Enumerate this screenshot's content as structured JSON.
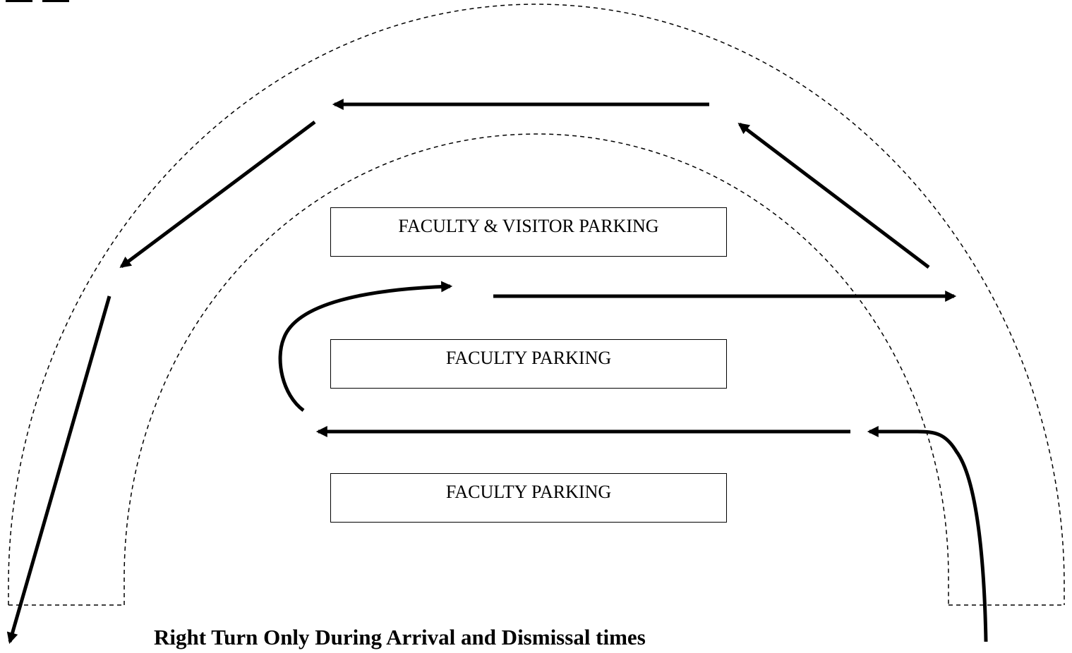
{
  "lots": {
    "lot_1": "FACULTY & VISITOR PARKING",
    "lot_2": "FACULTY PARKING",
    "lot_3": "FACULTY PARKING"
  },
  "caption": "Right Turn Only During Arrival and Dismissal times"
}
